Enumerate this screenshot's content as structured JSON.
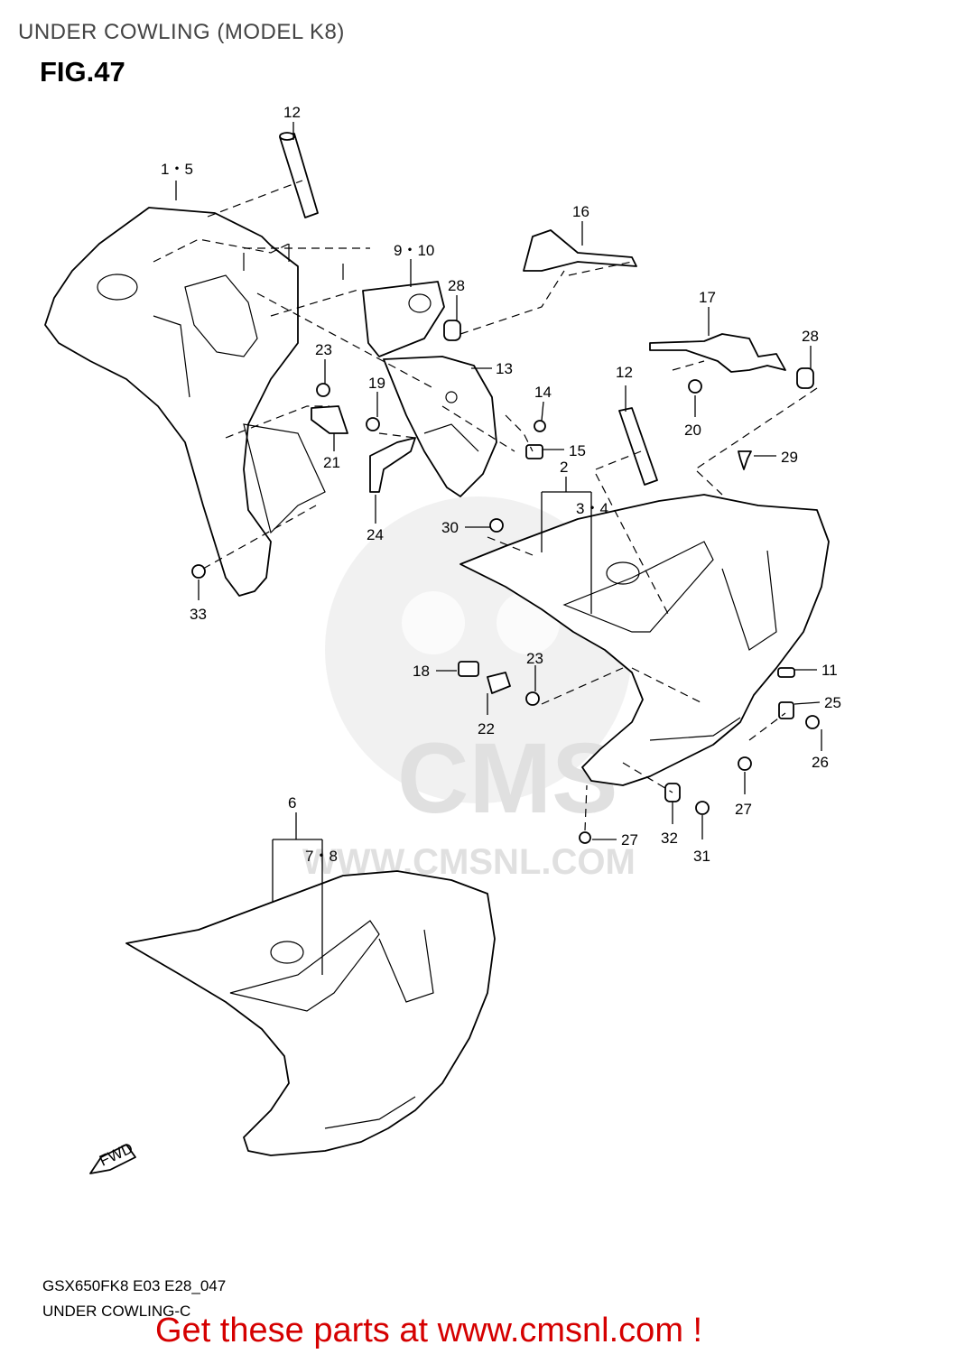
{
  "header": {
    "title": "UNDER COWLING (MODEL K8)",
    "figure": "FIG.47"
  },
  "callouts": [
    "12",
    "1・5",
    "16",
    "9・10",
    "28",
    "17",
    "28",
    "23",
    "13",
    "19",
    "14",
    "12",
    "20",
    "21",
    "15",
    "29",
    "2",
    "3・4",
    "24",
    "30",
    "33",
    "18",
    "23",
    "11",
    "25",
    "22",
    "26",
    "27",
    "6",
    "32",
    "31",
    "27",
    "7・8"
  ],
  "watermark": {
    "brand": "CMS",
    "url": "WWW.CMSNL.COM"
  },
  "direction_badge": "FWD",
  "footer": {
    "model_code": "GSX650FK8 E03 E28_047",
    "section": "UNDER COWLING-C",
    "cta": "Get these parts at www.cmsnl.com !"
  }
}
